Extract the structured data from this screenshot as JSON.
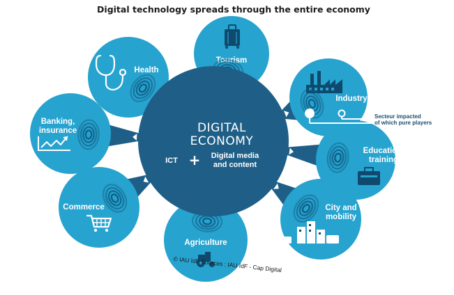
{
  "title": "Digital technology spreads through the entire economy",
  "hub": {
    "title_line1": "DIGITAL",
    "title_line2": "ECONOMY",
    "left_label": "ICT",
    "plus": "+",
    "right_line1": "Digital media",
    "right_line2": "and content"
  },
  "sectors": [
    {
      "line1": "Tourism",
      "line2": "",
      "icon": "suitcase-icon"
    },
    {
      "line1": "Industry",
      "line2": "",
      "icon": "factory-icon"
    },
    {
      "line1": "Education,",
      "line2": "training",
      "icon": "briefcase-icon"
    },
    {
      "line1": "City and",
      "line2": "mobility",
      "icon": "city-icon"
    },
    {
      "line1": "Agriculture",
      "line2": "",
      "icon": "tractor-icon"
    },
    {
      "line1": "Commerce",
      "line2": "",
      "icon": "shopping-cart-icon"
    },
    {
      "line1": "Banking,",
      "line2": "insurance",
      "icon": "rising-chart-icon"
    },
    {
      "line1": "Health",
      "line2": "",
      "icon": "stethoscope-icon"
    }
  ],
  "legend_note": {
    "line1": "Secteur impacted",
    "line2": "of which pure players"
  },
  "credit": "© IAU îdF Sources : IAU îdF - Cap Digital",
  "colors": {
    "hub": "#1f5f87",
    "satellite": "#27a3cf",
    "icon_dark": "#0f4a6e"
  }
}
